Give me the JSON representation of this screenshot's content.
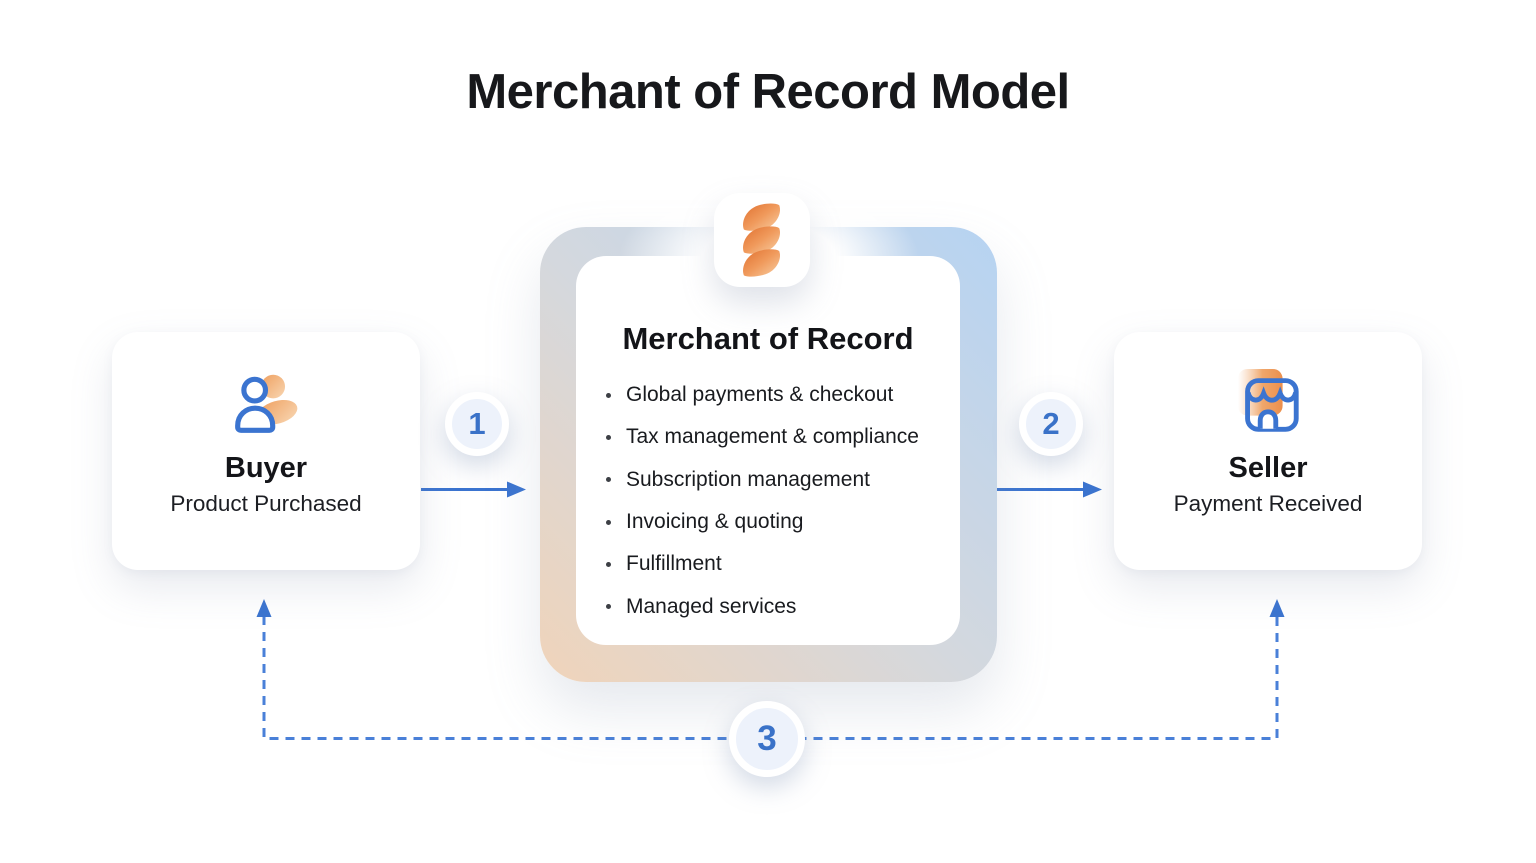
{
  "title": "Merchant of Record Model",
  "buyer": {
    "label": "Buyer",
    "sublabel": "Product Purchased"
  },
  "merchant": {
    "heading": "Merchant of Record",
    "services": [
      "Global payments & checkout",
      "Tax management & compliance",
      "Subscription management",
      "Invoicing & quoting",
      "Fulfillment",
      "Managed services"
    ]
  },
  "seller": {
    "label": "Seller",
    "sublabel": "Payment Received"
  },
  "steps": [
    {
      "number": "1"
    },
    {
      "number": "2"
    },
    {
      "number": "3"
    }
  ],
  "icons": {
    "buyer": "person-icon",
    "merchant": "twist-logo-icon",
    "seller": "storefront-icon"
  },
  "colors": {
    "accent_blue": "#3B74D0",
    "dashed_blue": "#4A80D8",
    "step_number_blue": "#3A72C8",
    "step_circle_fill": "#EDF2FB",
    "orange_dark": "#E0702F",
    "orange_light": "#F8CFA4",
    "panel_gradient_top_right": "#B6D3F2",
    "panel_gradient_middle": "#D4D8DE",
    "panel_gradient_bottom_left": "#F0D4BA",
    "text_dark": "#17181B"
  }
}
